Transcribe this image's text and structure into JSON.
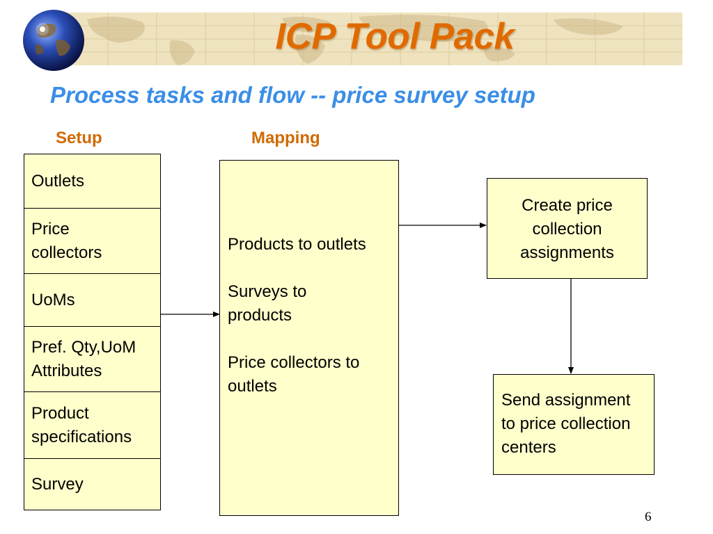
{
  "header": {
    "title": "ICP Tool Pack",
    "subtitle": "Process tasks and flow -- price survey setup"
  },
  "columns": {
    "setup_label": "Setup",
    "mapping_label": "Mapping"
  },
  "setup": {
    "items": [
      {
        "text": "Outlets"
      },
      {
        "text": "Price\ncollectors"
      },
      {
        "text": "UoMs"
      },
      {
        "text": "Pref. Qty,UoM\nAttributes"
      },
      {
        "text": "Product\nspecifications"
      },
      {
        "text": "Survey"
      }
    ]
  },
  "mapping": {
    "lines": [
      "Products to outlets",
      "Surveys to",
      "products",
      "Price collectors to",
      "outlets"
    ]
  },
  "create_box": {
    "line1": "Create price",
    "line2": "collection",
    "line3": "assignments"
  },
  "send_box": {
    "line1": "Send assignment",
    "line2": "to price collection",
    "line3": "centers"
  },
  "footer": {
    "page_number": "6"
  },
  "colors": {
    "title": "#e06a00",
    "subtitle": "#3a8ee6",
    "column_heading": "#d06a00",
    "box_fill": "#ffffcc",
    "banner": "#efe3bf"
  }
}
